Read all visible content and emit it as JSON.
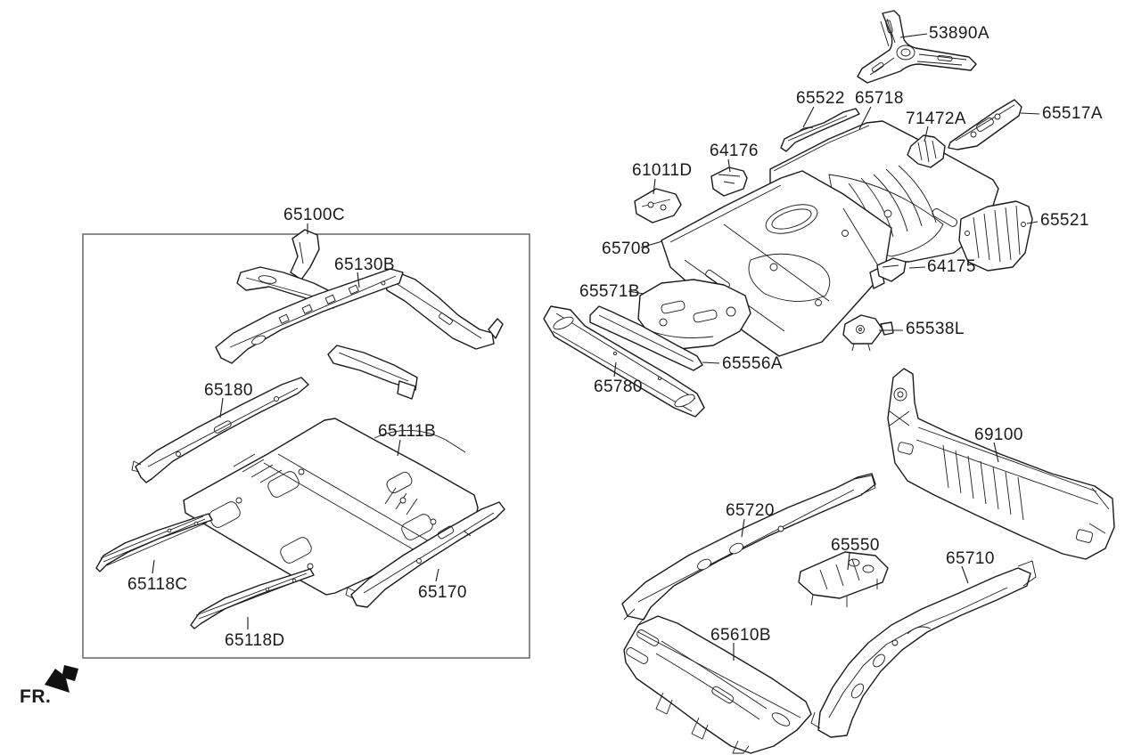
{
  "labels": {
    "group_box": "65100C",
    "direction": "FR.",
    "p53890A": "53890A",
    "p65522": "65522",
    "p65718": "65718",
    "p71472A": "71472A",
    "p65517A": "65517A",
    "p64176": "64176",
    "p61011D": "61011D",
    "p65708": "65708",
    "p65521": "65521",
    "p64175": "64175",
    "p65538L": "65538L",
    "p65571B": "65571B",
    "p65556A": "65556A",
    "p65780": "65780",
    "p69100": "69100",
    "p65720": "65720",
    "p65550": "65550",
    "p65710": "65710",
    "p65610B": "65610B",
    "p65130B": "65130B",
    "p65180": "65180",
    "p65111B": "65111B",
    "p65118C": "65118C",
    "p65170": "65170",
    "p65118D": "65118D"
  },
  "colors": {
    "background": "#ffffff",
    "line_art": "#1a1a1a",
    "group_box_border": "#6e6e6e",
    "label_text": "#1a1a1a"
  }
}
